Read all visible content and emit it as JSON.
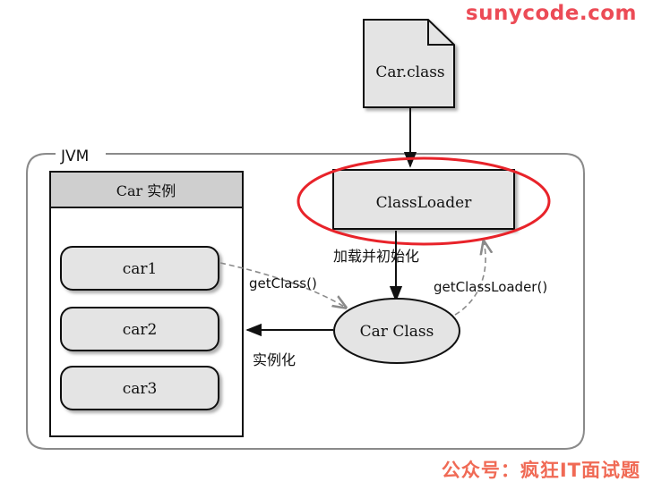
{
  "watermarks": {
    "top": "sunycode.com",
    "bottom": "公众号：疯狂IT面试题"
  },
  "diagram": {
    "file_label": "Car.class",
    "jvm_label": "JVM",
    "panel_title": "Car 实例",
    "instances": [
      "car1",
      "car2",
      "car3"
    ],
    "classloader_label": "ClassLoader",
    "car_class_label": "Car Class",
    "edge_load_init": "加载并初始化",
    "edge_get_class": "getClass()",
    "edge_get_classloader": "getClassLoader()",
    "edge_instantiate": "实例化",
    "colors": {
      "box_fill": "#e4e4e4",
      "header_fill": "#cfcfcf",
      "highlight": "#e8232a",
      "line": "#111111",
      "dashed": "#8a8a8a"
    }
  }
}
